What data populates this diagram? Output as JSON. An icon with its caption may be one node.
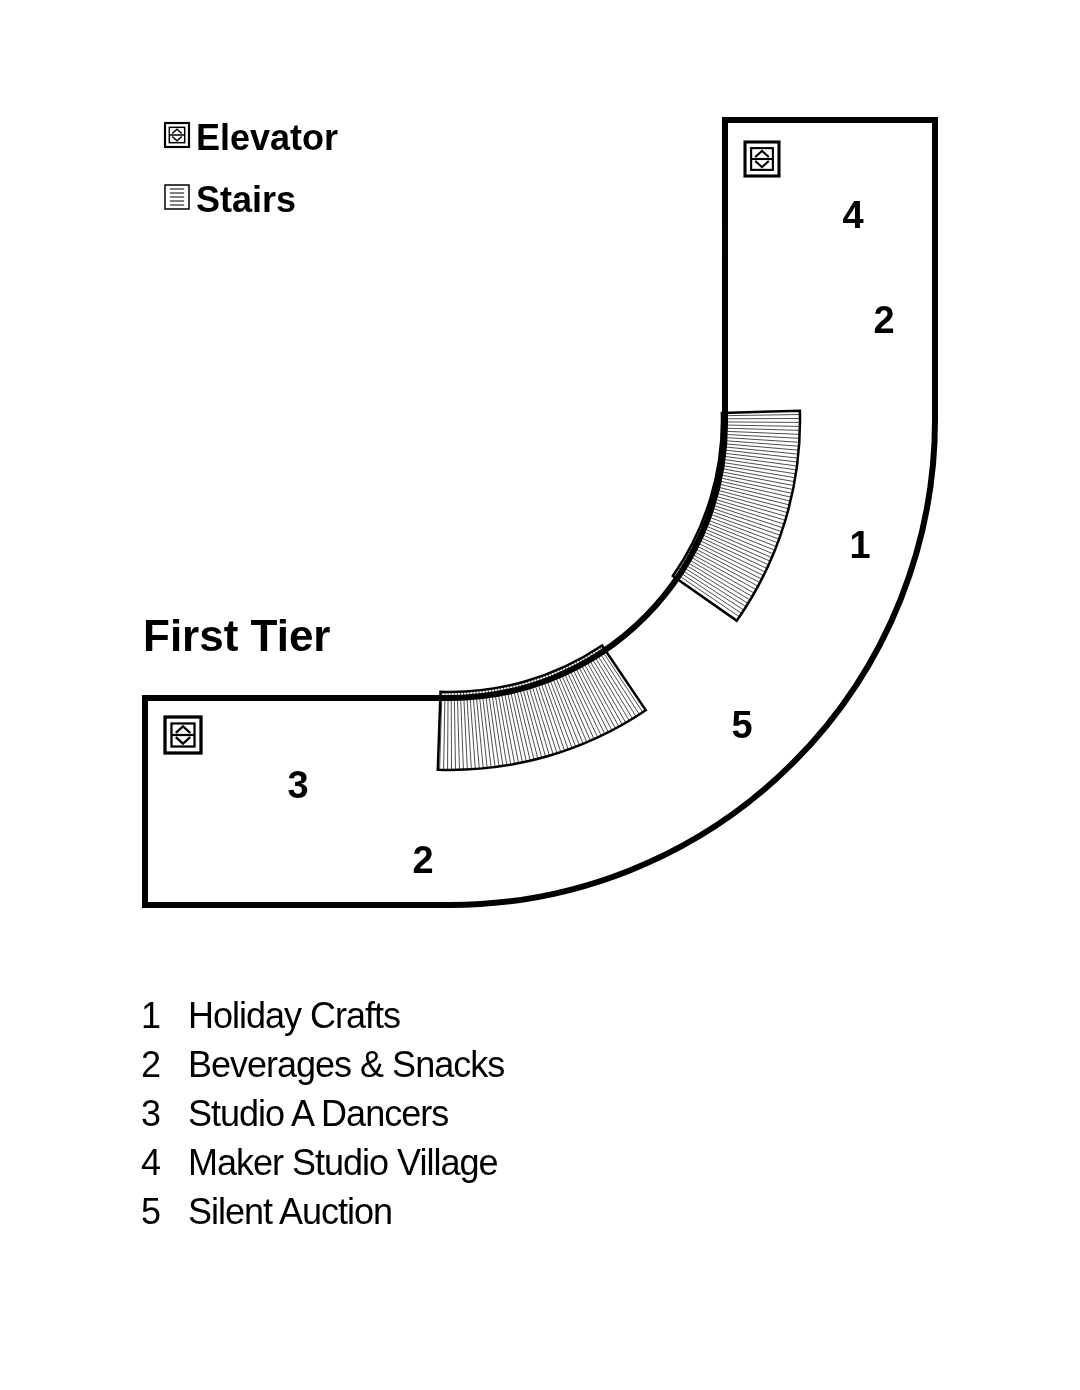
{
  "diagram": {
    "title": "First Tier",
    "labels": [
      "4",
      "2",
      "1",
      "5",
      "3",
      "2",
      "1",
      "Holiday Crafts",
      "2",
      "Beverages & Snacks",
      "3",
      "Studio A Dancers",
      "4",
      "Maker Studio Village",
      "5",
      "Silent Auction"
    ],
    "legend": [
      {
        "text": "Elevator"
      },
      {
        "text": "Stairs"
      }
    ]
  }
}
